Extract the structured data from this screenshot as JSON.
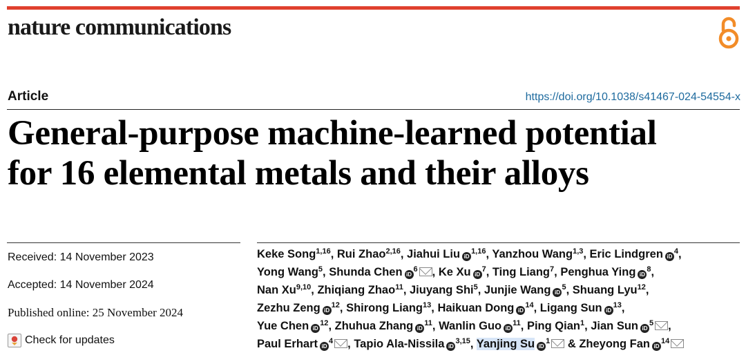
{
  "colors": {
    "brand_bar": "#e0412e",
    "open_access": "#f28c28",
    "doi_link": "#1d6a9e",
    "highlight": "#d7e5f7"
  },
  "header": {
    "journal": "nature communications",
    "open_access_icon": "open-access-lock-icon",
    "article_type": "Article",
    "doi": "https://doi.org/10.1038/s41467-024-54554-x"
  },
  "title": {
    "line1": "General-purpose machine-learned potential",
    "line2": "for 16 elemental metals and their alloys"
  },
  "dates": {
    "received": "Received: 14 November 2023",
    "accepted": "Accepted: 14 November 2024",
    "published": "Published online: 25 November 2024",
    "check_updates": "Check for updates"
  },
  "author_lines": [
    [
      {
        "name": "Keke Song",
        "sup": "1,16",
        "orcid": false,
        "mail": false,
        "sep": ", "
      },
      {
        "name": "Rui Zhao",
        "sup": "2,16",
        "orcid": false,
        "mail": false,
        "sep": ", "
      },
      {
        "name": "Jiahui Liu",
        "sup": "1,16",
        "orcid": true,
        "mail": false,
        "sep": ", "
      },
      {
        "name": "Yanzhou Wang",
        "sup": "1,3",
        "orcid": false,
        "mail": false,
        "sep": ", "
      },
      {
        "name": "Eric Lindgren",
        "sup": "4",
        "orcid": true,
        "mail": false,
        "sep": ","
      }
    ],
    [
      {
        "name": "Yong Wang",
        "sup": "5",
        "orcid": false,
        "mail": false,
        "sep": ", "
      },
      {
        "name": "Shunda Chen",
        "sup": "6",
        "orcid": true,
        "mail": true,
        "sep": ", "
      },
      {
        "name": "Ke Xu",
        "sup": "7",
        "orcid": true,
        "mail": false,
        "sep": ", "
      },
      {
        "name": "Ting Liang",
        "sup": "7",
        "orcid": false,
        "mail": false,
        "sep": ", "
      },
      {
        "name": "Penghua Ying",
        "sup": "8",
        "orcid": true,
        "mail": false,
        "sep": ","
      }
    ],
    [
      {
        "name": "Nan Xu",
        "sup": "9,10",
        "orcid": false,
        "mail": false,
        "sep": ", "
      },
      {
        "name": "Zhiqiang Zhao",
        "sup": "11",
        "orcid": false,
        "mail": false,
        "sep": ", "
      },
      {
        "name": "Jiuyang Shi",
        "sup": "5",
        "orcid": false,
        "mail": false,
        "sep": ", "
      },
      {
        "name": "Junjie Wang",
        "sup": "5",
        "orcid": true,
        "mail": false,
        "sep": ", "
      },
      {
        "name": "Shuang Lyu",
        "sup": "12",
        "orcid": false,
        "mail": false,
        "sep": ","
      }
    ],
    [
      {
        "name": "Zezhu Zeng",
        "sup": "12",
        "orcid": true,
        "mail": false,
        "sep": ", "
      },
      {
        "name": "Shirong Liang",
        "sup": "13",
        "orcid": false,
        "mail": false,
        "sep": ", "
      },
      {
        "name": "Haikuan Dong",
        "sup": "14",
        "orcid": true,
        "mail": false,
        "sep": ", "
      },
      {
        "name": "Ligang Sun",
        "sup": "13",
        "orcid": true,
        "mail": false,
        "sep": ","
      }
    ],
    [
      {
        "name": "Yue Chen",
        "sup": "12",
        "orcid": true,
        "mail": false,
        "sep": ", "
      },
      {
        "name": "Zhuhua Zhang",
        "sup": "11",
        "orcid": true,
        "mail": false,
        "sep": ", "
      },
      {
        "name": "Wanlin Guo",
        "sup": "11",
        "orcid": true,
        "mail": false,
        "sep": ", "
      },
      {
        "name": "Ping Qian",
        "sup": "1",
        "orcid": false,
        "mail": false,
        "sep": ", "
      },
      {
        "name": "Jian Sun",
        "sup": "5",
        "orcid": true,
        "mail": true,
        "sep": ","
      }
    ],
    [
      {
        "name": "Paul Erhart",
        "sup": "4",
        "orcid": true,
        "mail": true,
        "sep": ", "
      },
      {
        "name": "Tapio Ala-Nissila",
        "sup": "3,15",
        "orcid": true,
        "mail": false,
        "sep": ", "
      },
      {
        "name": "Yanjing Su",
        "sup": "1",
        "orcid": true,
        "mail": true,
        "highlight": true,
        "sep": " & "
      },
      {
        "name": "Zheyong Fan",
        "sup": "14",
        "orcid": true,
        "mail": true,
        "sep": ""
      }
    ]
  ]
}
